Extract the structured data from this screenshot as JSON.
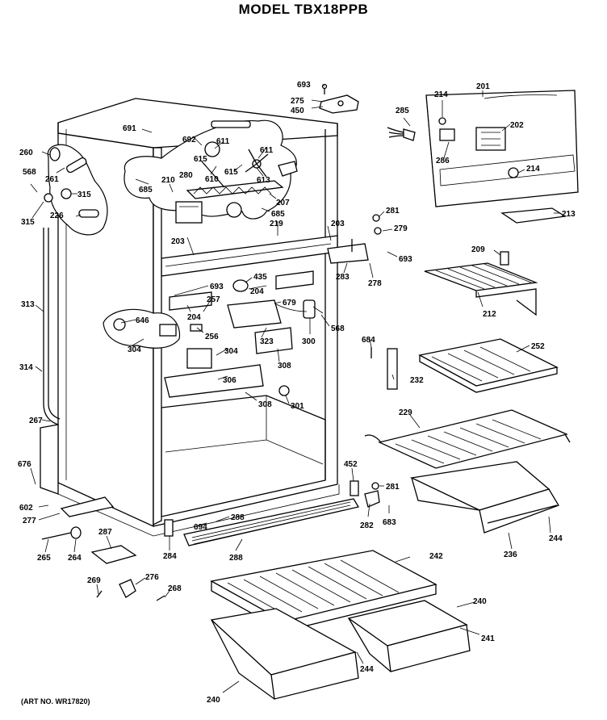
{
  "title": "MODEL TBX18PPB",
  "art_number": "(ART NO. WR17820)",
  "labels": {
    "p693a": "693",
    "p275": "275",
    "p450": "450",
    "p691": "691",
    "p692": "692",
    "p611a": "611",
    "p615a": "615",
    "p611b": "611",
    "p280": "280",
    "p610": "610",
    "p615b": "615",
    "p613": "613",
    "p285": "285",
    "p214a": "214",
    "p201": "201",
    "p202": "202",
    "p286": "286",
    "p214b": "214",
    "p260": "260",
    "p261": "261",
    "p568a": "568",
    "p685a": "685",
    "p210": "210",
    "p315a": "315",
    "p315b": "315",
    "p226": "226",
    "p207": "207",
    "p685b": "685",
    "p219": "219",
    "p203a": "203",
    "p203b": "203",
    "p281a": "281",
    "p279": "279",
    "p213": "213",
    "p283": "283",
    "p693b": "693",
    "p278": "278",
    "p209": "209",
    "p435": "435",
    "p693c": "693",
    "p204a": "204",
    "p257": "257",
    "p204b": "204",
    "p313": "313",
    "p679": "679",
    "p212": "212",
    "p646": "646",
    "p256": "256",
    "p323": "323",
    "p300": "300",
    "p568b": "568",
    "p304a": "304",
    "p304b": "304",
    "p308a": "308",
    "p684": "684",
    "p252": "252",
    "p314": "314",
    "p306": "306",
    "p232": "232",
    "p308b": "308",
    "p301": "301",
    "p267": "267",
    "p229": "229",
    "p676": "676",
    "p452": "452",
    "p281b": "281",
    "p602": "602",
    "p277": "277",
    "p288a": "288",
    "p694": "694",
    "p282": "282",
    "p683": "683",
    "p244a": "244",
    "p287": "287",
    "p284": "284",
    "p288b": "288",
    "p236": "236",
    "p265": "265",
    "p264": "264",
    "p242": "242",
    "p269": "269",
    "p276": "276",
    "p268": "268",
    "p240a": "240",
    "p241": "241",
    "p244b": "244",
    "p240b": "240"
  }
}
